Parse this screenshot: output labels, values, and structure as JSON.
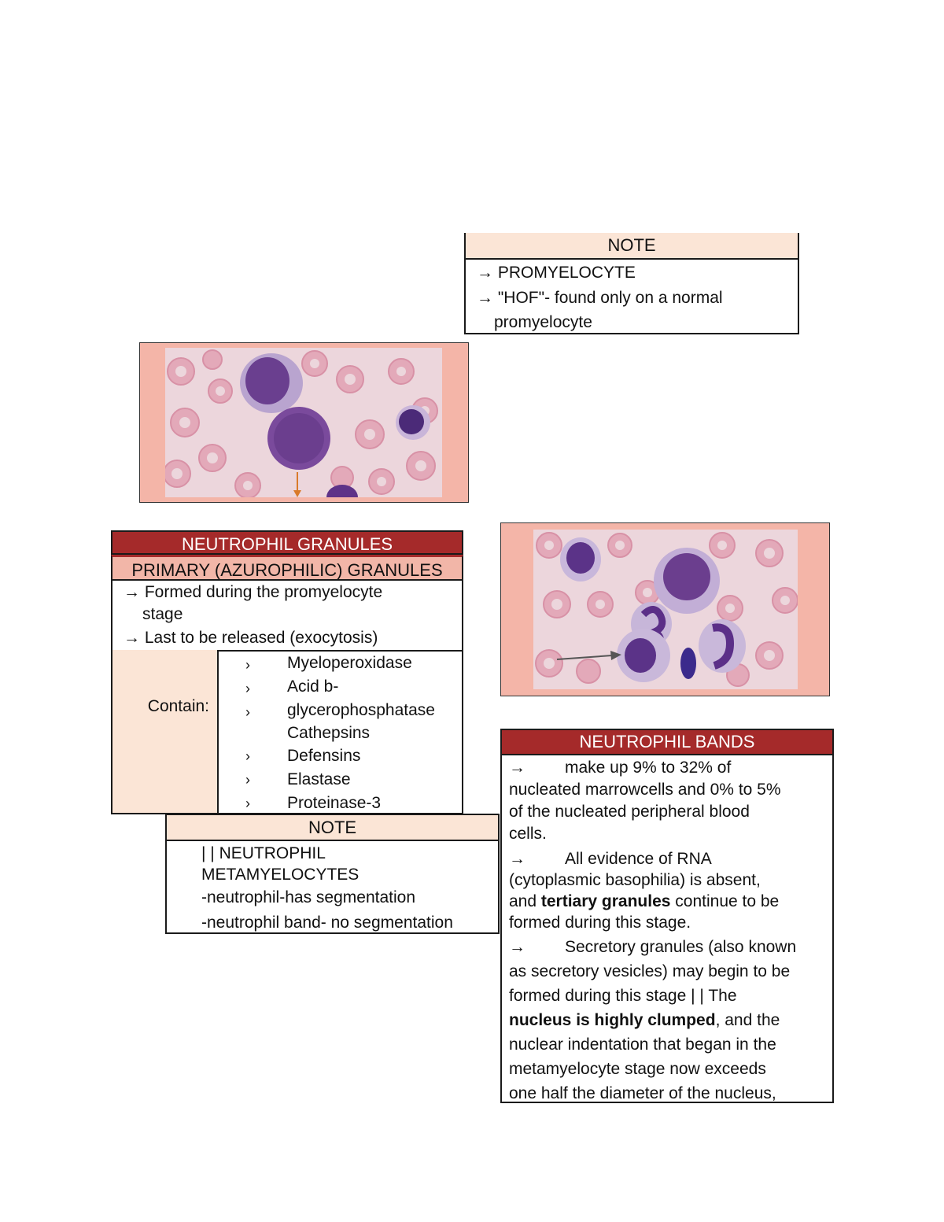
{
  "note1": {
    "title": "NOTE",
    "lines": [
      "→ PROMYELOCYTE",
      "→ \"HOF\"-  found only on a normal",
      "promyelocyte"
    ]
  },
  "granules": {
    "title": "NEUTROPHIL GRANULES",
    "subtitle": "PRIMARY (AZUROPHILIC) GRANULES",
    "bullets": [
      "→ Formed during the promyelocyte",
      "stage",
      "→ Last to be released (exocytosis)"
    ],
    "contain_label": "Contain:",
    "marker": "›",
    "contents": [
      "Myeloperoxidase",
      "Acid b-",
      "glycerophosphatase",
      "Cathepsins",
      "Defensins",
      "Elastase",
      "Proteinase-3"
    ]
  },
  "note2": {
    "title": "NOTE",
    "lines": [
      "| | NEUTROPHIL",
      "METAMYELOCYTES",
      "-neutrophil-has segmentation",
      "-neutrophil band- no segmentation"
    ]
  },
  "bands": {
    "title": "NEUTROPHIL BANDS",
    "arrow": "→",
    "p1": [
      "make up 9% to 32% of",
      "nucleated marrowcells and 0% to 5%",
      "of the nucleated peripheral blood",
      "cells."
    ],
    "p2": [
      "All evidence of RNA",
      "(cytoplasmic basophilia) is absent,",
      "and ",
      "tertiary granules",
      " continue to be",
      "formed during this stage."
    ],
    "p3": [
      "Secretory granules (also known",
      "as secretory vesicles) may begin to be",
      "formed during this stage | | The",
      "nucleus is highly clumped",
      ", and the",
      "nuclear indentation that began in the",
      "metamyelocyte stage now exceeds",
      "one half the diameter of the nucleus,"
    ]
  },
  "colors": {
    "accent_red": "#a52a2a",
    "peach": "#fbe5d6",
    "frame_pink": "#f4b5a8"
  }
}
